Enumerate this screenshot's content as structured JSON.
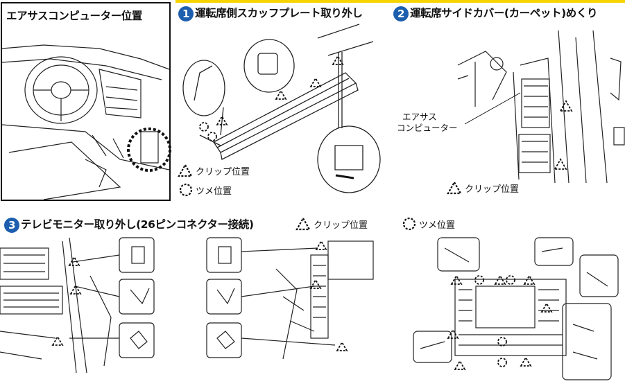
{
  "panel_location": {
    "title": "エアサスコンピューター位置"
  },
  "step1": {
    "number": "1",
    "title": "運転席側スカッフプレート取り外し",
    "legend_clip": "クリップ位置",
    "legend_claw": "ツメ位置"
  },
  "step2": {
    "number": "2",
    "title": "運転席サイドカバー(カーペット)めくり",
    "callout": [
      "エアサス",
      "コンピューター"
    ],
    "legend_clip": "クリップ位置"
  },
  "step3": {
    "number": "3",
    "title": "テレビモニター取り外し(26ピンコネクター接続)",
    "legend_clip": "クリップ位置",
    "legend_claw": "ツメ位置"
  },
  "colors": {
    "badge": "#1d5fae",
    "header_bar": "#f5d400",
    "marker": "#111111"
  }
}
